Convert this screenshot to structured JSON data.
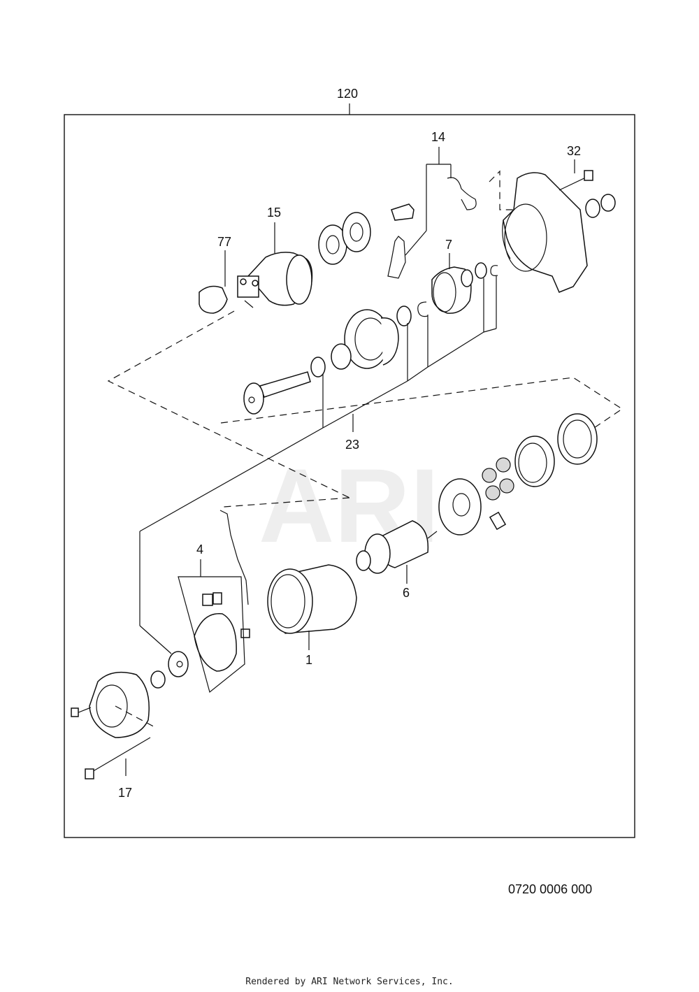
{
  "watermark": "ARI",
  "assembly_label": "120",
  "callouts": [
    {
      "id": "c-77",
      "text": "77"
    },
    {
      "id": "c-15",
      "text": "15"
    },
    {
      "id": "c-14",
      "text": "14"
    },
    {
      "id": "c-32",
      "text": "32"
    },
    {
      "id": "c-7",
      "text": "7"
    },
    {
      "id": "c-23",
      "text": "23"
    },
    {
      "id": "c-4",
      "text": "4"
    },
    {
      "id": "c-6",
      "text": "6"
    },
    {
      "id": "c-1",
      "text": "1"
    },
    {
      "id": "c-17",
      "text": "17"
    }
  ],
  "reference_number": "0720 0006 000",
  "footer": "Rendered by ARI Network Services, Inc."
}
